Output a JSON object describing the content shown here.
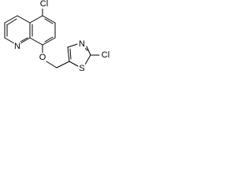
{
  "molecule": {
    "atoms": {
      "cl_quinoline": "Cl",
      "nitrogen": "N",
      "oxygen": "O",
      "sulfur": "S",
      "nitrogen_thiazole": "N",
      "cl_thiazole": "Cl"
    }
  },
  "colors": {
    "bond": "#000000",
    "background": "#ffffff"
  }
}
